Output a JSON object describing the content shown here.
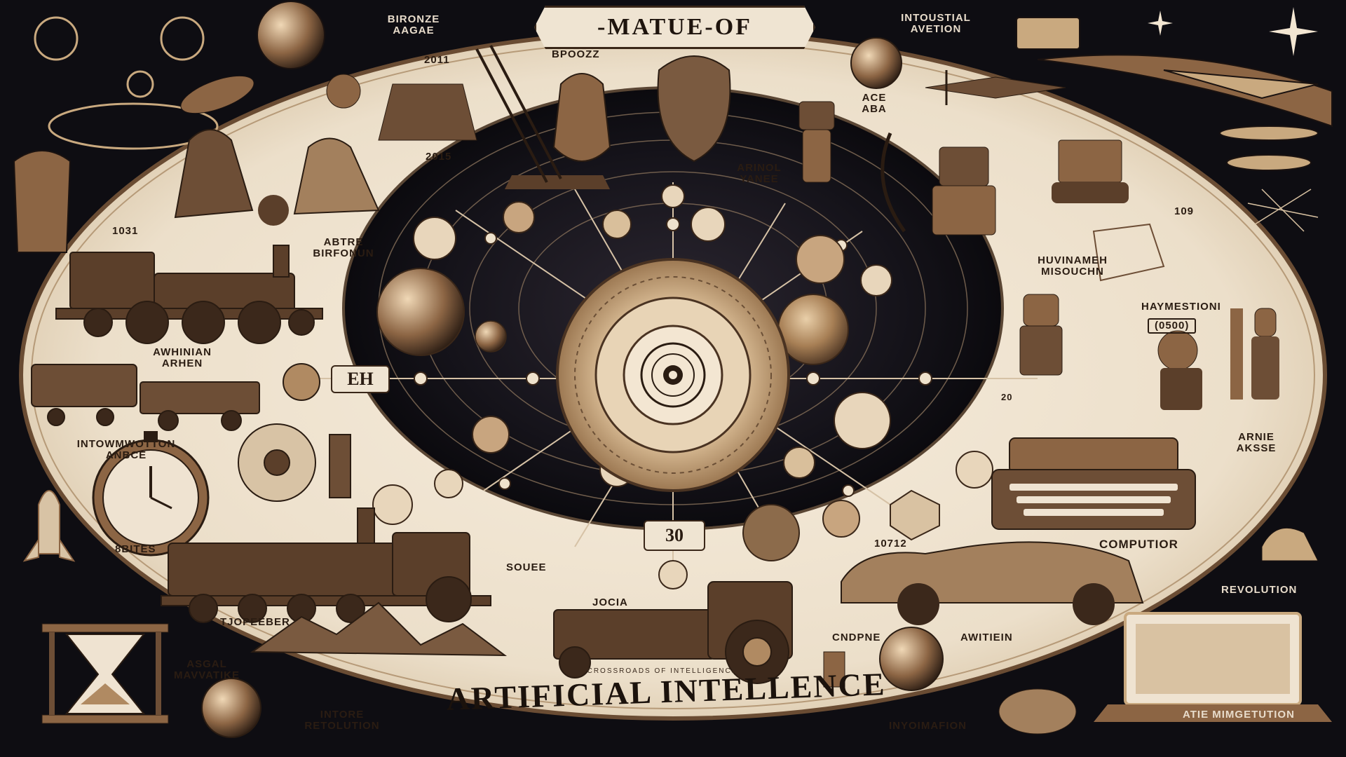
{
  "banner": {
    "title": "-MATUE-OF"
  },
  "main_title": "ARTIFICIAL INTELLENCE",
  "subline": "CROSSROADS OF INTELLIGENCE",
  "hub_boxes": {
    "left": "EH",
    "bottom": "30"
  },
  "labels": {
    "bronze_age": "BIRONZE AAGAE",
    "bpoozz": "BPOOZZ",
    "industrial_aviation": "INTOUSTIAL AVETION",
    "year_2011": "2011",
    "year_2015": "2015",
    "ace_aba": "ACE ABA",
    "arinol_yanee": "ARINOL YANEE",
    "year_1031": "1031",
    "abtre_birfonun": "ABTRE BIRFONUN",
    "year_109": "109",
    "huvinameh_misouchn": "HUVINAMEH MISOUCHN",
    "haymestioni": "HAYMESTIONI",
    "badge_0500": "(0500)",
    "awhinian_arhen": "AWHINIAN ARHEN",
    "intowmwotton_anbce": "INTOWMWOTTON ANBCE",
    "arnie_aksse": "ARNIE AKSSE",
    "sbites": "8BITES",
    "souee": "SOUEE",
    "year_10712": "10712",
    "computior": "COMPUTIOR",
    "revolution": "REVOLUTION",
    "tjopeeber": "TJOPEEBER",
    "jocia": "JOCIA",
    "cndpne": "CNDPNE",
    "awitiein": "AWITIEIN",
    "asgal_mavvatike": "ASGAL MAVVATIKE",
    "intore_retolution": "INTORE RETOLUTION",
    "inyoimafion": "INYOIMAFION",
    "atie_mimgetution": "ATIE MIMGETUTION",
    "small_20": "20"
  },
  "colors": {
    "background": "#0e0d12",
    "parchment": "#efe3d1",
    "sepia_dark": "#3a2719",
    "bronze": "#b08a62",
    "hub_dark": "#131118"
  }
}
